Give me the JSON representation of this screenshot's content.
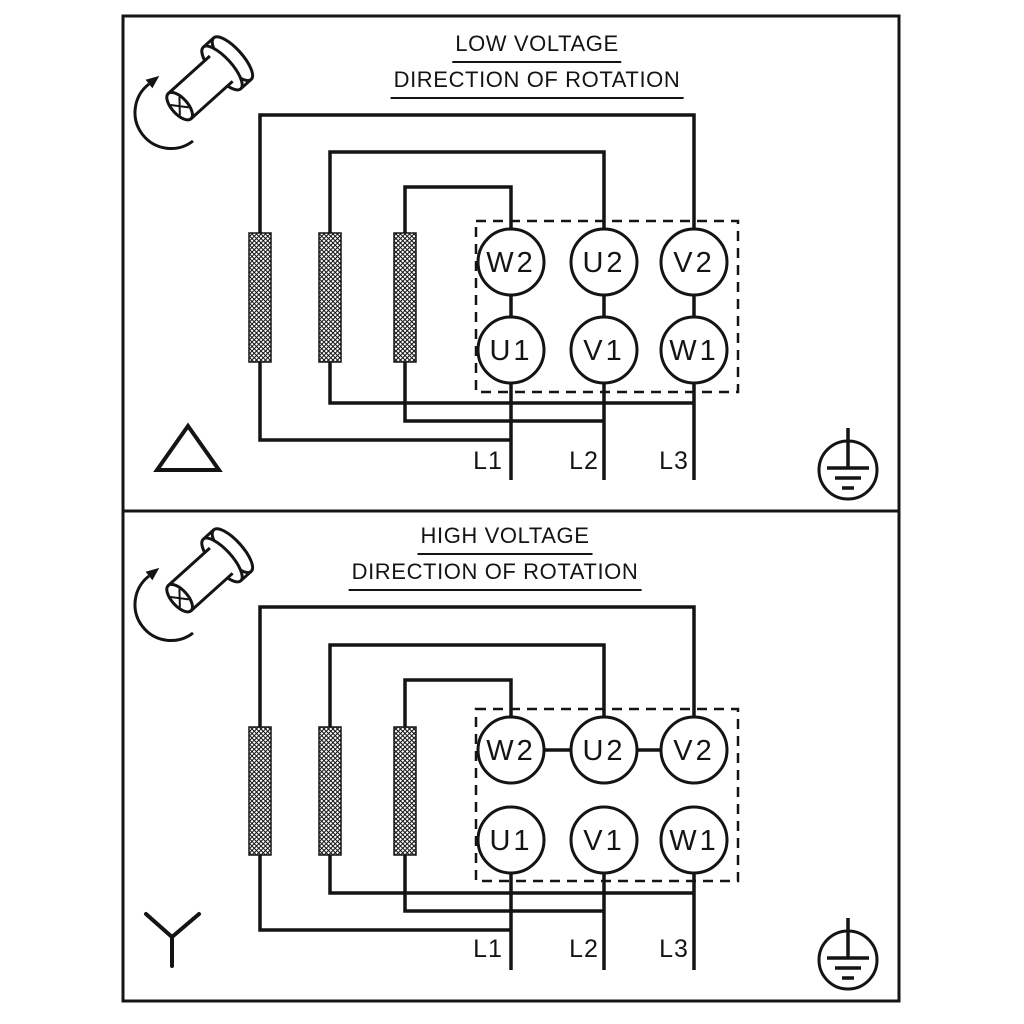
{
  "diagram": {
    "colors": {
      "ink": "#141414",
      "background": "#ffffff"
    },
    "panels": [
      {
        "title": "LOW VOLTAGE",
        "subtitle": "DIRECTION OF ROTATION",
        "connection_icon": "delta-symbol",
        "shaft_icon": "shaft-rotation-icon",
        "ground_icon": "earth-ground-icon",
        "terminals_top": [
          "W2",
          "U2",
          "V2"
        ],
        "terminals_bottom": [
          "U1",
          "V1",
          "W1"
        ],
        "supply_lines": [
          "L1",
          "L2",
          "L3"
        ]
      },
      {
        "title": "HIGH VOLTAGE",
        "subtitle": "DIRECTION OF ROTATION",
        "connection_icon": "star-symbol",
        "shaft_icon": "shaft-rotation-icon",
        "ground_icon": "earth-ground-icon",
        "terminals_top": [
          "W2",
          "U2",
          "V2"
        ],
        "terminals_bottom": [
          "U1",
          "V1",
          "W1"
        ],
        "supply_lines": [
          "L1",
          "L2",
          "L3"
        ]
      }
    ]
  }
}
